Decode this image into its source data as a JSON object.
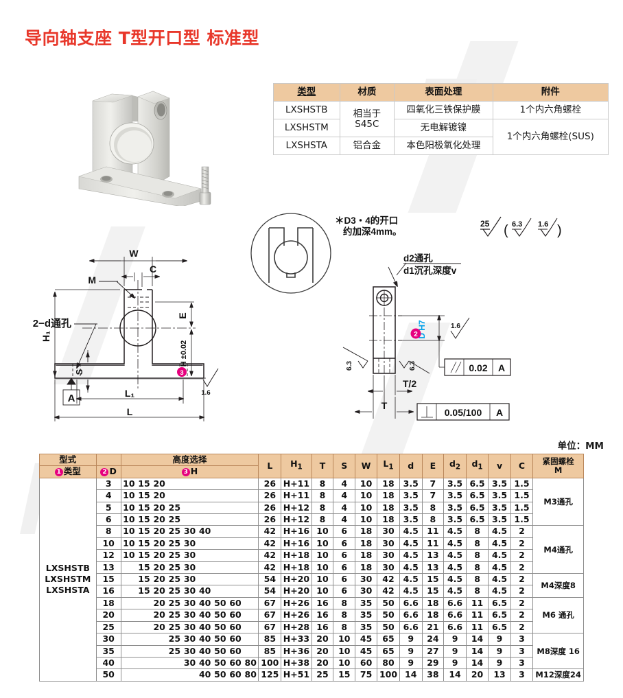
{
  "page": {
    "title": "导向轴支座 T型开口型 标准型",
    "title_color": "#e8372a",
    "unit_note": "单位：MM"
  },
  "spec_table": {
    "headers": [
      "类型",
      "材质",
      "表面处理",
      "附件"
    ],
    "rows": [
      {
        "type": "LXSHSTB",
        "material": "相当于 S45C",
        "surface": "四氧化三铁保护膜",
        "accessory": "1个内六角螺栓"
      },
      {
        "type": "LXSHSTM",
        "material": "",
        "surface": "无电解镀镍",
        "accessory": "1个内六角螺栓(SUS)"
      },
      {
        "type": "LXSHSTA",
        "material": "铝合金",
        "surface": "本色阳极氧化处理",
        "accessory": ""
      }
    ],
    "material_merged": "相当于\nS45C",
    "material_alu": "铝合金",
    "accessory_merged": "1个内六角螺栓(SUS)"
  },
  "drawing": {
    "note_opening": "＊D3・4的开口\n约加深4mm。",
    "note_opening_line1": "＊D3・4的开口",
    "note_opening_line2": "约加深4mm。",
    "hole_note_line1": "d2通孔",
    "hole_note_line2": "d1沉孔深度v",
    "roughness_group": [
      "25",
      "6.3",
      "1.6"
    ],
    "front_labels": {
      "W": "W",
      "C": "C",
      "M": "M",
      "H1": "H",
      "H1_sub": "1",
      "S": "S",
      "E": "E",
      "H_tol": "H ±0.02",
      "H_badge": "3",
      "L1": "L",
      "L1_sub": "1",
      "L": "L",
      "through_hole": "2−d通孔",
      "datum": "A",
      "roughness_small": "1.6"
    },
    "side_labels": {
      "D_h7": "D H7",
      "D_badge": "2",
      "parallel_sym": "//",
      "parallel_val": "0.02",
      "parallel_datum": "A",
      "perp_val": "0.05/100",
      "perp_datum": "A",
      "T": "T",
      "T_half": "T/2",
      "rough_left": "6.3",
      "rough_right": "6.3",
      "rough_top": "1.6"
    }
  },
  "dim_table": {
    "group_headers": {
      "model": "型式",
      "height_sel": "高度选择",
      "bolt": "紧固螺栓\nM",
      "bolt_line1": "紧固螺栓",
      "bolt_line2": "M"
    },
    "sub_headers": {
      "type": "类型",
      "type_badge": "1",
      "D": "D",
      "D_badge": "2",
      "H": "H",
      "H_badge": "3"
    },
    "columns": [
      "L",
      "H₁",
      "T",
      "S",
      "W",
      "L₁",
      "d",
      "E",
      "d₂",
      "d₁",
      "v",
      "C"
    ],
    "col_L": "L",
    "col_H1": "H",
    "col_H1_sub": "1",
    "col_T": "T",
    "col_S": "S",
    "col_W": "W",
    "col_L1": "L",
    "col_L1_sub": "1",
    "col_d": "d",
    "col_E": "E",
    "col_d2": "d",
    "col_d2_sub": "2",
    "col_d1": "d",
    "col_d1_sub": "1",
    "col_v": "v",
    "col_C": "C",
    "models": [
      "LXSHSTB",
      "LXSHSTM",
      "LXSHSTA"
    ],
    "height_columns": [
      10,
      15,
      20,
      25,
      30,
      40,
      50,
      60,
      80
    ],
    "rows": [
      {
        "D": "3",
        "heights": [
          "10",
          "15",
          "20",
          "",
          "",
          "",
          "",
          "",
          ""
        ],
        "L": "26",
        "H1": "H+11",
        "T": "8",
        "S": "4",
        "W": "10",
        "L1": "18",
        "d": "3.5",
        "E": "7",
        "d2": "3.5",
        "d1": "6.5",
        "v": "3.5",
        "C": "1.5"
      },
      {
        "D": "4",
        "heights": [
          "10",
          "15",
          "20",
          "",
          "",
          "",
          "",
          "",
          ""
        ],
        "L": "26",
        "H1": "H+11",
        "T": "8",
        "S": "4",
        "W": "10",
        "L1": "18",
        "d": "3.5",
        "E": "7",
        "d2": "3.5",
        "d1": "6.5",
        "v": "3.5",
        "C": "1.5"
      },
      {
        "D": "5",
        "heights": [
          "10",
          "15",
          "20",
          "25",
          "",
          "",
          "",
          "",
          ""
        ],
        "L": "26",
        "H1": "H+12",
        "T": "8",
        "S": "4",
        "W": "10",
        "L1": "18",
        "d": "3.5",
        "E": "8",
        "d2": "3.5",
        "d1": "6.5",
        "v": "3.5",
        "C": "1.5"
      },
      {
        "D": "6",
        "heights": [
          "10",
          "15",
          "20",
          "25",
          "",
          "",
          "",
          "",
          ""
        ],
        "L": "26",
        "H1": "H+12",
        "T": "8",
        "S": "4",
        "W": "10",
        "L1": "18",
        "d": "3.5",
        "E": "8",
        "d2": "3.5",
        "d1": "6.5",
        "v": "3.5",
        "C": "1.5"
      },
      {
        "D": "8",
        "heights": [
          "10",
          "15",
          "20",
          "25",
          "30",
          "40",
          "",
          "",
          ""
        ],
        "L": "42",
        "H1": "H+16",
        "T": "10",
        "S": "6",
        "W": "18",
        "L1": "30",
        "d": "4.5",
        "E": "11",
        "d2": "4.5",
        "d1": "8",
        "v": "4.5",
        "C": "2"
      },
      {
        "D": "10",
        "heights": [
          "10",
          "15",
          "20",
          "25",
          "30",
          "",
          "",
          "",
          ""
        ],
        "L": "42",
        "H1": "H+16",
        "T": "10",
        "S": "6",
        "W": "18",
        "L1": "30",
        "d": "4.5",
        "E": "11",
        "d2": "4.5",
        "d1": "8",
        "v": "4.5",
        "C": "2"
      },
      {
        "D": "12",
        "heights": [
          "10",
          "15",
          "20",
          "25",
          "30",
          "",
          "",
          "",
          ""
        ],
        "L": "42",
        "H1": "H+18",
        "T": "10",
        "S": "6",
        "W": "18",
        "L1": "30",
        "d": "4.5",
        "E": "13",
        "d2": "4.5",
        "d1": "8",
        "v": "4.5",
        "C": "2"
      },
      {
        "D": "13",
        "heights": [
          "",
          "15",
          "20",
          "25",
          "30",
          "",
          "",
          "",
          ""
        ],
        "L": "42",
        "H1": "H+18",
        "T": "10",
        "S": "6",
        "W": "18",
        "L1": "30",
        "d": "4.5",
        "E": "13",
        "d2": "4.5",
        "d1": "8",
        "v": "4.5",
        "C": "2"
      },
      {
        "D": "15",
        "heights": [
          "",
          "15",
          "20",
          "25",
          "30",
          "",
          "",
          "",
          ""
        ],
        "L": "54",
        "H1": "H+20",
        "T": "10",
        "S": "6",
        "W": "30",
        "L1": "42",
        "d": "4.5",
        "E": "15",
        "d2": "4.5",
        "d1": "8",
        "v": "4.5",
        "C": "2"
      },
      {
        "D": "16",
        "heights": [
          "",
          "15",
          "20",
          "25",
          "30",
          "40",
          "",
          "",
          ""
        ],
        "L": "54",
        "H1": "H+20",
        "T": "10",
        "S": "6",
        "W": "30",
        "L1": "42",
        "d": "4.5",
        "E": "15",
        "d2": "4.5",
        "d1": "8",
        "v": "4.5",
        "C": "2"
      },
      {
        "D": "18",
        "heights": [
          "",
          "",
          "20",
          "25",
          "30",
          "40",
          "50",
          "60",
          ""
        ],
        "L": "67",
        "H1": "H+26",
        "T": "16",
        "S": "8",
        "W": "35",
        "L1": "50",
        "d": "6.6",
        "E": "18",
        "d2": "6.6",
        "d1": "11",
        "v": "6.5",
        "C": "2"
      },
      {
        "D": "20",
        "heights": [
          "",
          "",
          "20",
          "25",
          "30",
          "40",
          "50",
          "60",
          ""
        ],
        "L": "67",
        "H1": "H+26",
        "T": "16",
        "S": "8",
        "W": "35",
        "L1": "50",
        "d": "6.6",
        "E": "18",
        "d2": "6.6",
        "d1": "11",
        "v": "6.5",
        "C": "2"
      },
      {
        "D": "25",
        "heights": [
          "",
          "",
          "20",
          "25",
          "30",
          "40",
          "50",
          "60",
          ""
        ],
        "L": "67",
        "H1": "H+28",
        "T": "16",
        "S": "8",
        "W": "35",
        "L1": "50",
        "d": "6.6",
        "E": "21",
        "d2": "6.6",
        "d1": "11",
        "v": "6.5",
        "C": "2"
      },
      {
        "D": "30",
        "heights": [
          "",
          "",
          "",
          "25",
          "30",
          "40",
          "50",
          "60",
          ""
        ],
        "L": "85",
        "H1": "H+33",
        "T": "20",
        "S": "10",
        "W": "45",
        "L1": "65",
        "d": "9",
        "E": "24",
        "d2": "9",
        "d1": "14",
        "v": "9",
        "C": "3"
      },
      {
        "D": "35",
        "heights": [
          "",
          "",
          "",
          "25",
          "30",
          "40",
          "50",
          "60",
          ""
        ],
        "L": "85",
        "H1": "H+36",
        "T": "20",
        "S": "10",
        "W": "45",
        "L1": "65",
        "d": "9",
        "E": "27",
        "d2": "9",
        "d1": "14",
        "v": "9",
        "C": "3"
      },
      {
        "D": "40",
        "heights": [
          "",
          "",
          "",
          "",
          "30",
          "40",
          "50",
          "60",
          "80"
        ],
        "L": "100",
        "H1": "H+38",
        "T": "20",
        "S": "10",
        "W": "60",
        "L1": "80",
        "d": "9",
        "E": "29",
        "d2": "9",
        "d1": "14",
        "v": "9",
        "C": "3"
      },
      {
        "D": "50",
        "heights": [
          "",
          "",
          "",
          "",
          "",
          "40",
          "50",
          "60",
          "80"
        ],
        "L": "125",
        "H1": "H+51",
        "T": "25",
        "S": "15",
        "W": "75",
        "L1": "100",
        "d": "14",
        "E": "38",
        "d2": "14",
        "d1": "20",
        "v": "13",
        "C": "3"
      }
    ],
    "bolt_groups": [
      {
        "label": "M3通孔",
        "span": 4
      },
      {
        "label": "M4通孔",
        "span": 4
      },
      {
        "label": "M4深度8",
        "span": 2
      },
      {
        "label": "M6 通孔",
        "span": 3
      },
      {
        "label": "M8深度 16",
        "span": 3
      },
      {
        "label": "M12深度24",
        "span": 1
      }
    ]
  },
  "colors": {
    "title": "#e8372a",
    "header_bg": "#eec9a0",
    "badge": "#e6007e",
    "blue_label": "#00a0e9",
    "border": "#8d8d8d"
  }
}
